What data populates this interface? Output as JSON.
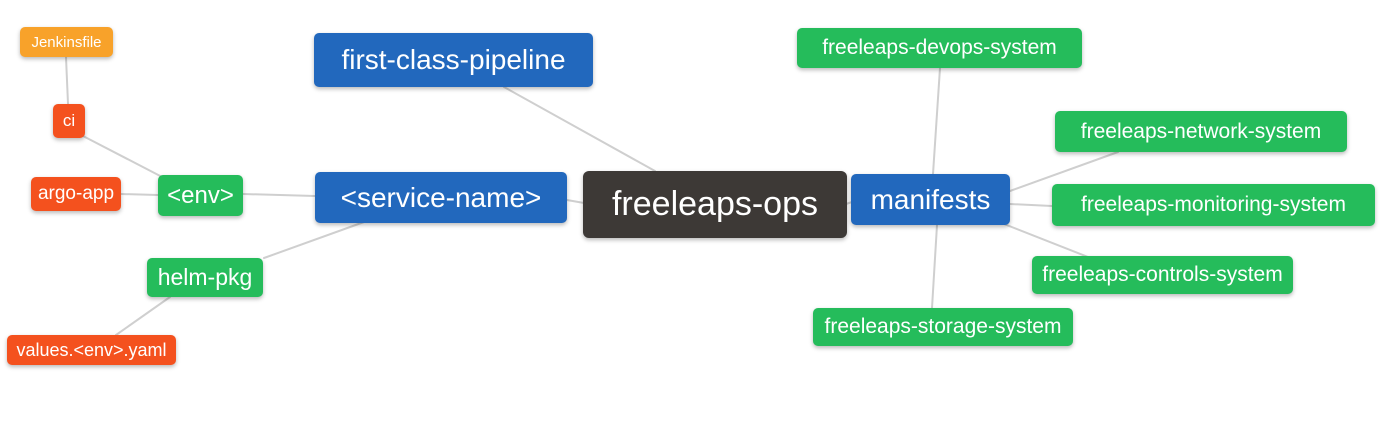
{
  "diagram": {
    "type": "mindmap",
    "root": {
      "label": "freeleaps-ops"
    },
    "nodes": {
      "jenkinsfile": {
        "label": "Jenkinsfile"
      },
      "ci": {
        "label": "ci"
      },
      "argo_app": {
        "label": "argo-app"
      },
      "env": {
        "label": "<env>"
      },
      "helm_pkg": {
        "label": "helm-pkg"
      },
      "values_yaml": {
        "label": "values.<env>.yaml"
      },
      "pipeline": {
        "label": "first-class-pipeline"
      },
      "service_name": {
        "label": "<service-name>"
      },
      "manifests": {
        "label": "manifests"
      },
      "devops": {
        "label": "freeleaps-devops-system"
      },
      "network": {
        "label": "freeleaps-network-system"
      },
      "monitoring": {
        "label": "freeleaps-monitoring-system"
      },
      "controls": {
        "label": "freeleaps-controls-system"
      },
      "storage": {
        "label": "freeleaps-storage-system"
      }
    },
    "edges": [
      {
        "from": "Jenkinsfile",
        "to": "ci"
      },
      {
        "from": "ci",
        "to": "<env>"
      },
      {
        "from": "argo-app",
        "to": "<env>"
      },
      {
        "from": "<env>",
        "to": "<service-name>"
      },
      {
        "from": "helm-pkg",
        "to": "<service-name>"
      },
      {
        "from": "values.<env>.yaml",
        "to": "helm-pkg"
      },
      {
        "from": "first-class-pipeline",
        "to": "freeleaps-ops"
      },
      {
        "from": "<service-name>",
        "to": "freeleaps-ops"
      },
      {
        "from": "freeleaps-ops",
        "to": "manifests"
      },
      {
        "from": "manifests",
        "to": "freeleaps-devops-system"
      },
      {
        "from": "manifests",
        "to": "freeleaps-network-system"
      },
      {
        "from": "manifests",
        "to": "freeleaps-monitoring-system"
      },
      {
        "from": "manifests",
        "to": "freeleaps-controls-system"
      },
      {
        "from": "manifests",
        "to": "freeleaps-storage-system"
      }
    ],
    "colors": {
      "root_bg": "#3d3936",
      "branch_blue": "#2268bd",
      "branch_green": "#25bc5b",
      "branch_red": "#f4511e",
      "branch_orange": "#f8a22a",
      "edge": "#cfcfcf",
      "text": "#ffffff",
      "background": "#ffffff"
    }
  }
}
